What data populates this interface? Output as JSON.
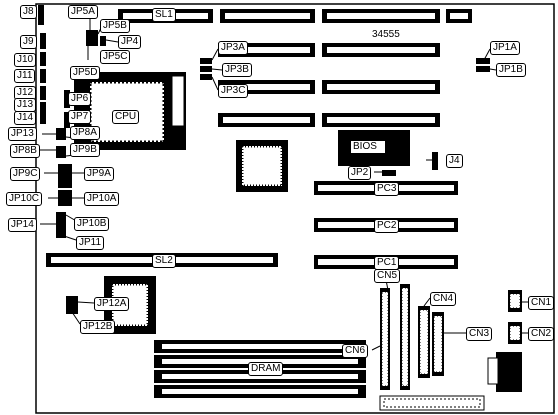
{
  "board_id": "34555",
  "labels": {
    "J8": "J8",
    "JP5A": "JP5A",
    "SL1": "SL1",
    "JP5B": "JP5B",
    "JP4": "JP4",
    "J9": "J9",
    "JP5C": "JP5C",
    "J10": "J10",
    "JP5D": "JP5D",
    "J11": "J11",
    "J12": "J12",
    "J13": "J13",
    "JP6": "JP6",
    "CPU": "CPU",
    "J14": "J14",
    "JP7": "JP7",
    "JP13": "JP13",
    "JP8A": "JP8A",
    "JP8B": "JP8B",
    "JP9B": "JP9B",
    "JP9C": "JP9C",
    "JP9A": "JP9A",
    "JP10C": "JP10C",
    "JP10A": "JP10A",
    "JP10B": "JP10B",
    "JP14": "JP14",
    "JP11": "JP11",
    "SL2": "SL2",
    "JP12A": "JP12A",
    "JP12B": "JP12B",
    "JP3A": "JP3A",
    "JP3B": "JP3B",
    "JP3C": "JP3C",
    "JP1A": "JP1A",
    "JP1B": "JP1B",
    "BIOS": "BIOS",
    "J4": "J4",
    "JP2": "JP2",
    "PC3": "PC3",
    "PC2": "PC2",
    "PC1": "PC1",
    "CN5": "CN5",
    "CN4": "CN4",
    "CN3": "CN3",
    "CN1": "CN1",
    "CN2": "CN2",
    "CN6": "CN6",
    "DRAM": "DRAM"
  }
}
